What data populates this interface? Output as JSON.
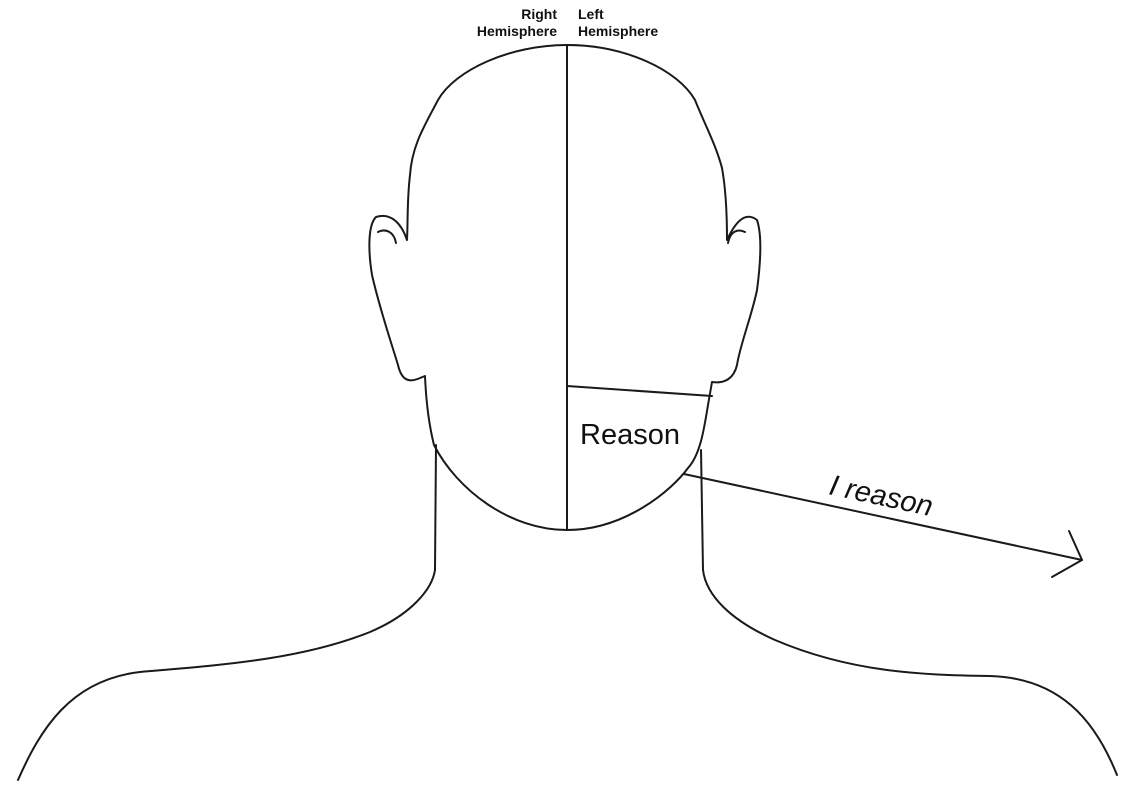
{
  "labels": {
    "right_hemisphere_line1": "Right",
    "right_hemisphere_line2": "Hemisphere",
    "left_hemisphere_line1": "Left",
    "left_hemisphere_line2": "Hemisphere",
    "region": "Reason",
    "arrow": "I reason"
  },
  "colors": {
    "stroke": "#1a1a1a",
    "text": "#111111",
    "background": "#ffffff"
  }
}
